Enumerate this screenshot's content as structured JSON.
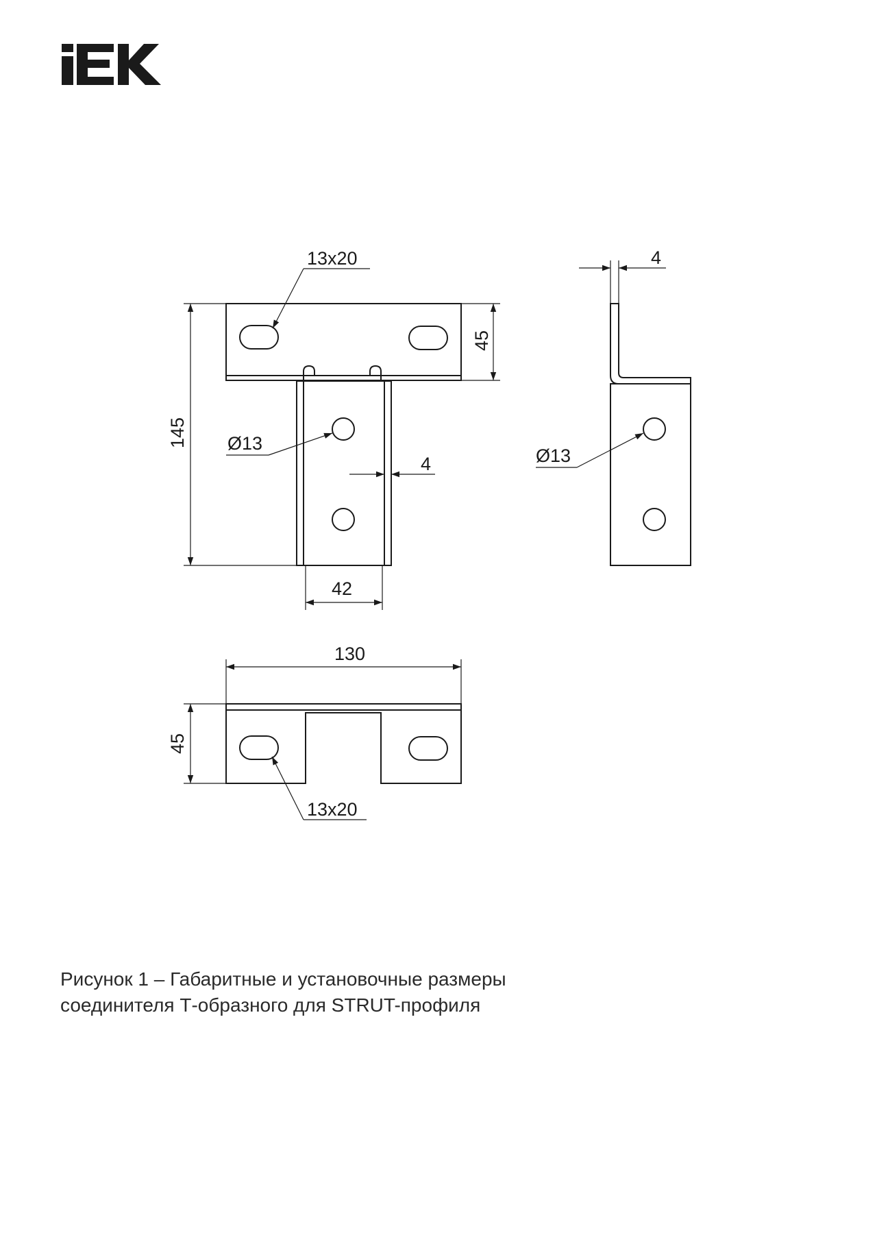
{
  "logo": {
    "text": "IEK"
  },
  "front_view": {
    "slot_label": "13x20",
    "height_label": "145",
    "top_height_label": "45",
    "hole_label": "Ø13",
    "thickness_label": "4",
    "stem_width_label": "42"
  },
  "side_view": {
    "thickness_label": "4",
    "hole_label": "Ø13"
  },
  "top_view": {
    "width_label": "130",
    "height_label": "45",
    "slot_label": "13x20"
  },
  "caption": {
    "line1": "Рисунок 1 – Габаритные и установочные размеры",
    "line2": "соединителя Т-образного для STRUT-профиля"
  }
}
